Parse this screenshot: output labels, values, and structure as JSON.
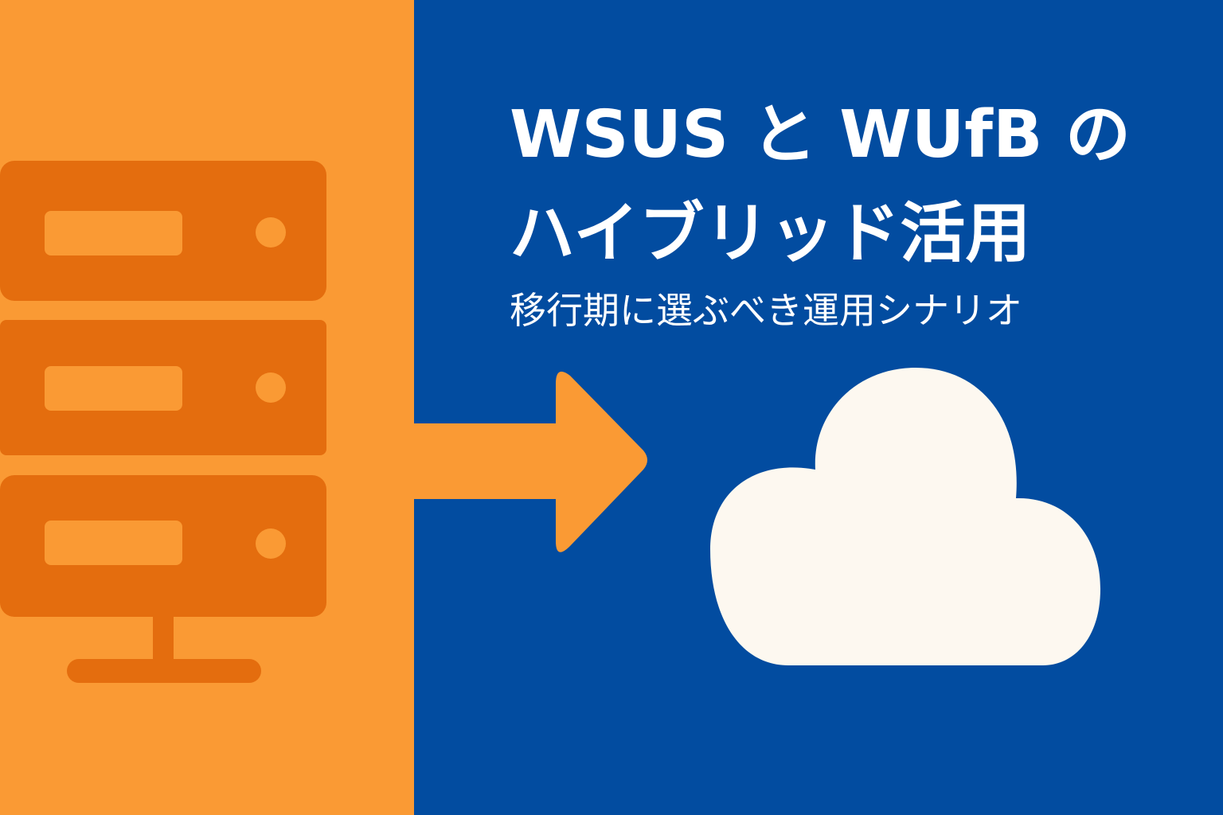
{
  "title": {
    "line1": "WSUS と WUfB の",
    "line2": "ハイブリッド活用"
  },
  "subtitle": "移行期に選ぶべき運用シナリオ",
  "colors": {
    "left_bg": "#FA9A34",
    "right_bg": "#024CA0",
    "server": "#E46D0E",
    "server_slot": "#FA9A34",
    "arrow": "#FA9A34",
    "cloud": "#FDF8F0",
    "text": "#FFFFFF"
  },
  "icons": {
    "server": "server-rack-icon",
    "arrow": "arrow-right-icon",
    "cloud": "cloud-icon"
  }
}
